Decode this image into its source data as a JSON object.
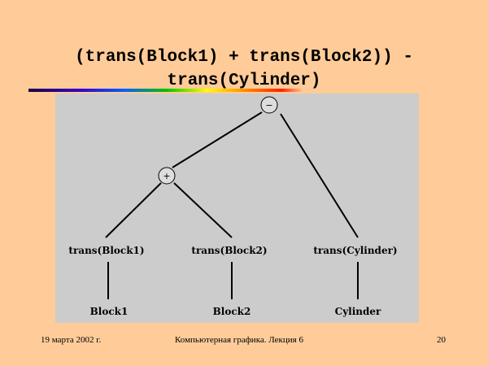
{
  "slide": {
    "title_line1": "(trans(Block1) + trans(Block2)) -",
    "title_line2": "trans(Cylinder)"
  },
  "tree": {
    "root_op": "−",
    "union_op": "+",
    "trans_block1": "trans(Block1)",
    "trans_block2": "trans(Block2)",
    "trans_cylinder": "trans(Cylinder)",
    "leaf_block1": "Block1",
    "leaf_block2": "Block2",
    "leaf_cylinder": "Cylinder"
  },
  "footer": {
    "date": "19 марта 2002 г.",
    "course": "Компьютерная графика. Лекция 6",
    "page": "20"
  },
  "colors": {
    "background": "#FFCC99",
    "panel": "#CCCCCC",
    "operator_fill": "#DDDDDD"
  }
}
